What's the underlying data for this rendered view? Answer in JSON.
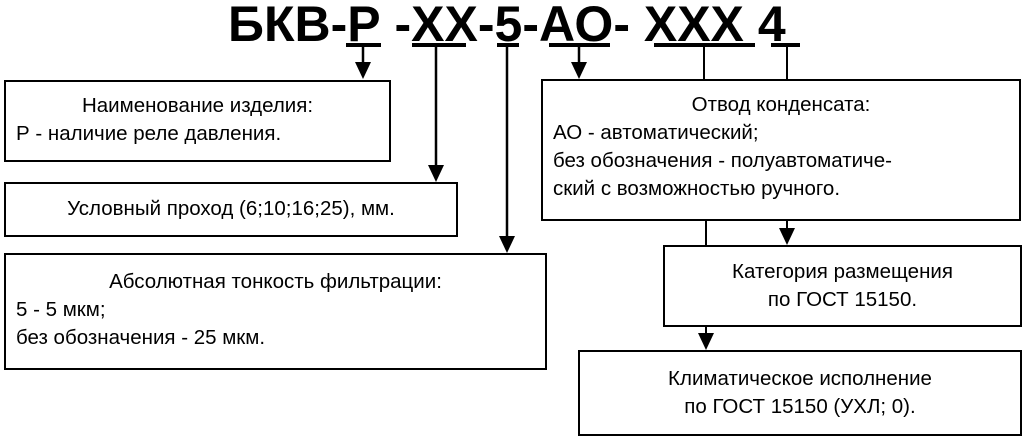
{
  "title": {
    "prefix": "БКВ",
    "segments": [
      "Р",
      "ХХ",
      "5",
      "АО",
      "ХХХ",
      "4"
    ],
    "full": "БКВ-Р -ХХ-5-АО- ХХХ 4"
  },
  "boxes": {
    "name": {
      "heading": "Наименование изделия:",
      "lines": [
        "Р - наличие реле давления."
      ]
    },
    "bore": {
      "heading": "Условный проход (6;10;16;25), мм."
    },
    "filtration": {
      "heading": "Абсолютная тонкость фильтрации:",
      "lines": [
        "5 - 5 мкм;",
        "без обозначения - 25 мкм."
      ]
    },
    "drain": {
      "heading": "Отвод конденсата:",
      "lines": [
        "АО - автоматический;",
        "без обозначения - полуавтоматиче-",
        "ский с возможностью ручного."
      ]
    },
    "placement": {
      "heading": "Категория размещения",
      "lines": [
        "по ГОСТ 15150."
      ]
    },
    "climate": {
      "heading": "Климатическое исполнение",
      "lines": [
        "по ГОСТ 15150 (УХЛ; 0)."
      ]
    }
  }
}
